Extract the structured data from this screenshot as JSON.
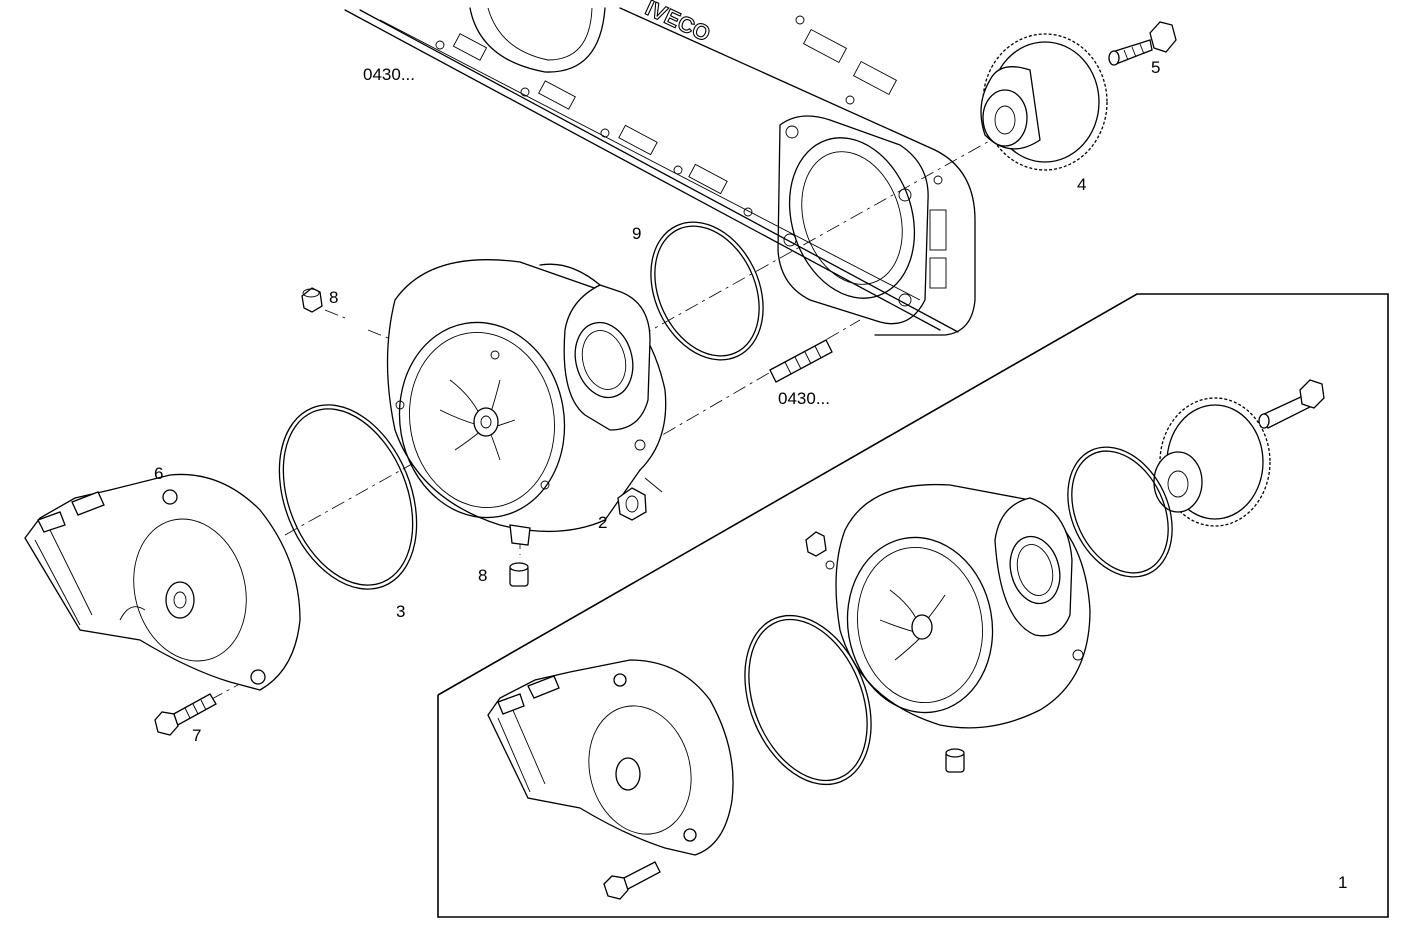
{
  "callouts": {
    "c1": "1",
    "c2": "2",
    "c3": "3",
    "c4": "4",
    "c5": "5",
    "c6": "6",
    "c7": "7",
    "c8a": "8",
    "c8b": "8",
    "c9": "9",
    "ref_top": "0430...",
    "ref_mid": "0430..."
  },
  "logo_text": "IVECO"
}
